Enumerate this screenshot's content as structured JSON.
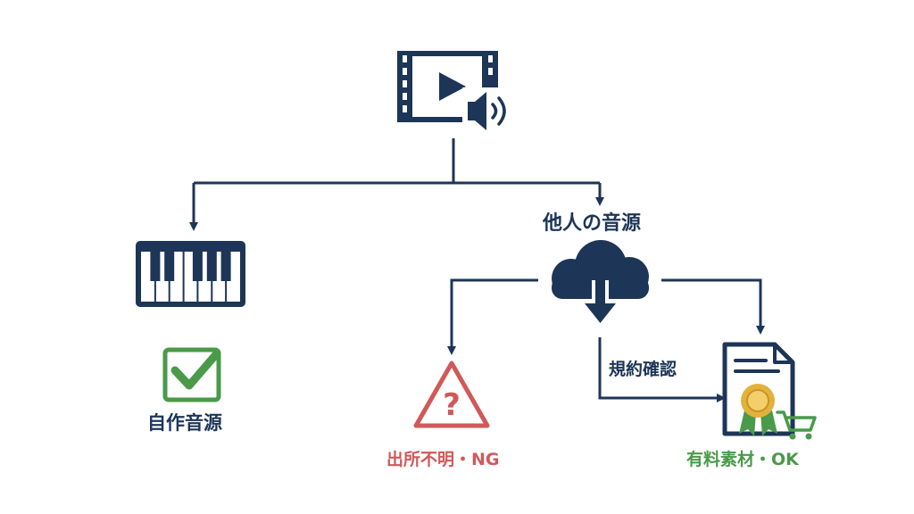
{
  "labels": {
    "others_source": "他人の音源",
    "own_source": "自作音源",
    "unknown_ng": "出所不明・NG",
    "check_terms": "規約確認",
    "paid_ok": "有料素材・OK"
  },
  "colors": {
    "navy": "#1d3557",
    "green": "#4a9a4a",
    "red": "#d0595a",
    "gold": "#e3b23c"
  },
  "icons": {
    "video": "video-with-sound-icon",
    "piano": "piano-keyboard-icon",
    "check": "checkbox-checked-icon",
    "cloud": "cloud-download-icon",
    "warning": "warning-question-icon",
    "license": "license-document-icon",
    "cart": "shopping-cart-icon"
  }
}
